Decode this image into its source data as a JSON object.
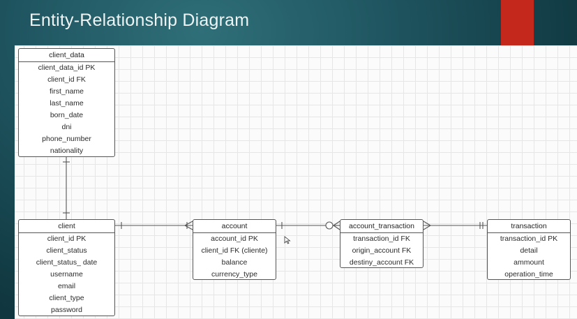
{
  "slide": {
    "title": "Entity-Relationship Diagram",
    "accent_color": "#c4281c"
  },
  "entities": {
    "client_data": {
      "name": "client_data",
      "fields": [
        "client_data_id PK",
        "client_id FK",
        "first_name",
        "last_name",
        "born_date",
        "dni",
        "phone_number",
        "nationality"
      ]
    },
    "client": {
      "name": "client",
      "fields": [
        "client_id PK",
        "client_status",
        "client_status_ date",
        "username",
        "email",
        "client_type",
        "password"
      ]
    },
    "account": {
      "name": "account",
      "fields": [
        "account_id PK",
        "client_id FK (cliente)",
        "balance",
        "currency_type"
      ]
    },
    "account_transaction": {
      "name": "account_transaction",
      "fields": [
        "transaction_id FK",
        "origin_account FK",
        "destiny_account FK"
      ]
    },
    "transaction": {
      "name": "transaction",
      "fields": [
        "transaction_id PK",
        "detail",
        "ammount",
        "operation_time"
      ]
    }
  },
  "relationships": [
    {
      "from": "client_data",
      "to": "client",
      "from_end": "one",
      "to_end": "one"
    },
    {
      "from": "client",
      "to": "account",
      "from_end": "one",
      "to_end": "many"
    },
    {
      "from": "account",
      "to": "account_transaction",
      "from_end": "one",
      "to_end": "zero-or-many"
    },
    {
      "from": "account_transaction",
      "to": "transaction",
      "from_end": "many",
      "to_end": "one-and-only-one"
    }
  ]
}
